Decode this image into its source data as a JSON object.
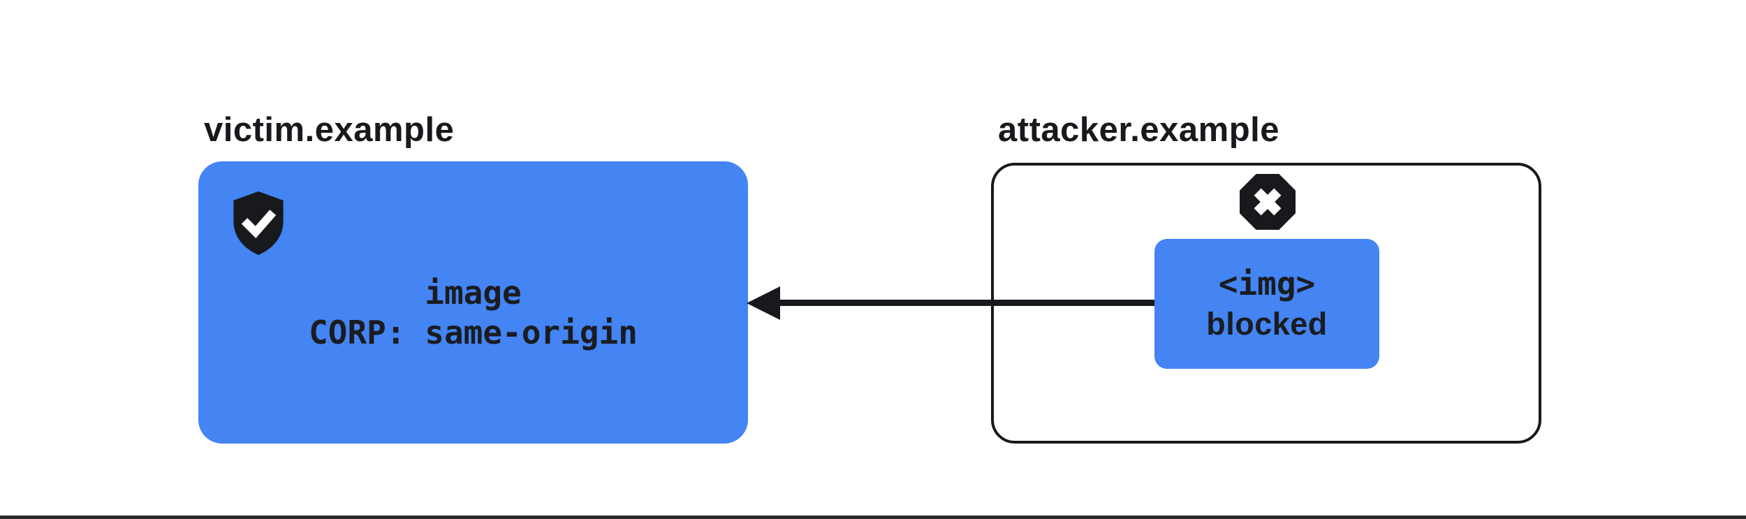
{
  "diagram": {
    "victim": {
      "title": "victim.example",
      "icon": "shield-check-icon",
      "box": {
        "line1": "image",
        "line2": "CORP: same-origin"
      }
    },
    "attacker": {
      "title": "attacker.example",
      "icon": "blocked-cross-icon",
      "request_box": {
        "line1": "<img>",
        "line2": "blocked"
      }
    },
    "arrow": {
      "direction": "right-to-left"
    },
    "colors": {
      "accent_blue": "#4484F3",
      "ink_black": "#17191D",
      "background": "#FFFFFF",
      "divider": "#2B2B2D"
    }
  }
}
